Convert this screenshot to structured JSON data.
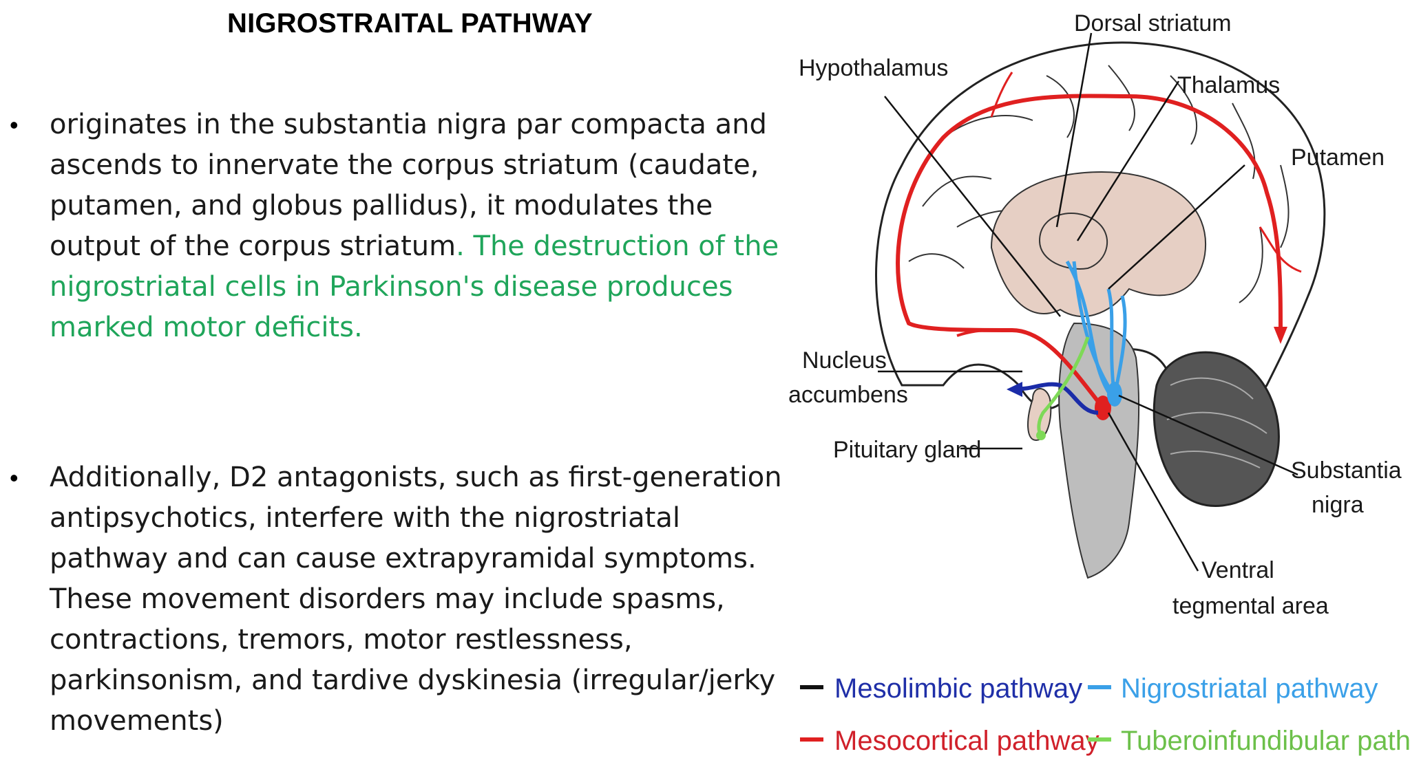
{
  "title": "NIGROSTRAITAL PATHWAY",
  "bullets": [
    {
      "marker": "•",
      "text": " originates in the substantia nigra par compacta and ascends to innervate the corpus striatum (caudate, putamen, and globus pallidus), it modulates the output of the corpus striatum",
      "highlight": ". The destruction of the nigrostriatal cells in Parkinson's disease produces marked motor deficits."
    },
    {
      "marker": "•",
      "text": " Additionally, D2 antagonists, such as first-generation antipsychotics, interfere with the nigrostriatal pathway and can cause extrapyramidal symptoms. These movement disorders may include spasms, contractions, tremors, motor restlessness, parkinsonism, and tardive dyskinesia (irregular/jerky movements)",
      "highlight": ""
    }
  ],
  "diagram": {
    "labels": {
      "dorsal_striatum": "Dorsal striatum",
      "hypothalamus": "Hypothalamus",
      "thalamus": "Thalamus",
      "putamen": "Putamen",
      "nucleus_accumbens_1": "Nucleus",
      "nucleus_accumbens_2": "accumbens",
      "pituitary_gland": "Pituitary gland",
      "substantia_nigra_1": "Substantia",
      "substantia_nigra_2": "nigra",
      "ventral_tegmental_1": "Ventral",
      "ventral_tegmental_2": "tegmental area"
    },
    "legend": [
      {
        "label": "Mesolimbic pathway",
        "swatch": "#111111",
        "text_color": "#1f2fa8"
      },
      {
        "label": "Nigrostriatal pathway",
        "swatch": "#3aa0e8",
        "text_color": "#3aa0e8"
      },
      {
        "label": "Mesocortical pathway",
        "swatch": "#e02020",
        "text_color": "#d0202a"
      },
      {
        "label": "Tuberoinfundibular pathway",
        "swatch": "#7ed957",
        "text_color": "#6cc04a"
      }
    ]
  }
}
